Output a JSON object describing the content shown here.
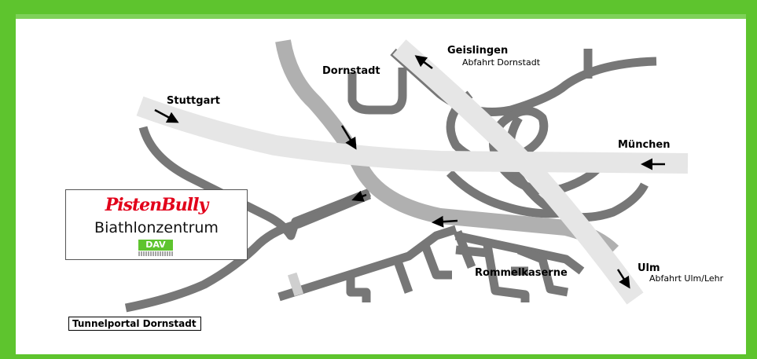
{
  "map": {
    "colors": {
      "frame_green": "#5ec42e",
      "highway": "#e6e6e6",
      "main_road": "#b0b0b0",
      "minor_road": "#777777",
      "arrow": "#000000"
    },
    "labels": {
      "stuttgart": "Stuttgart",
      "dornstadt": "Dornstadt",
      "geislingen": "Geislingen",
      "abfahrt_dornstadt": "Abfahrt Dornstadt",
      "muenchen": "München",
      "ulm": "Ulm",
      "abfahrt_ulm": "Abfahrt Ulm/Lehr",
      "rommelkaserne": "Rommelkaserne"
    },
    "logo": {
      "brand": "PistenBully",
      "title": "Biathlonzentrum",
      "badge": "DAV"
    },
    "tunnel_label": "Tunnelportal Dornstadt"
  }
}
